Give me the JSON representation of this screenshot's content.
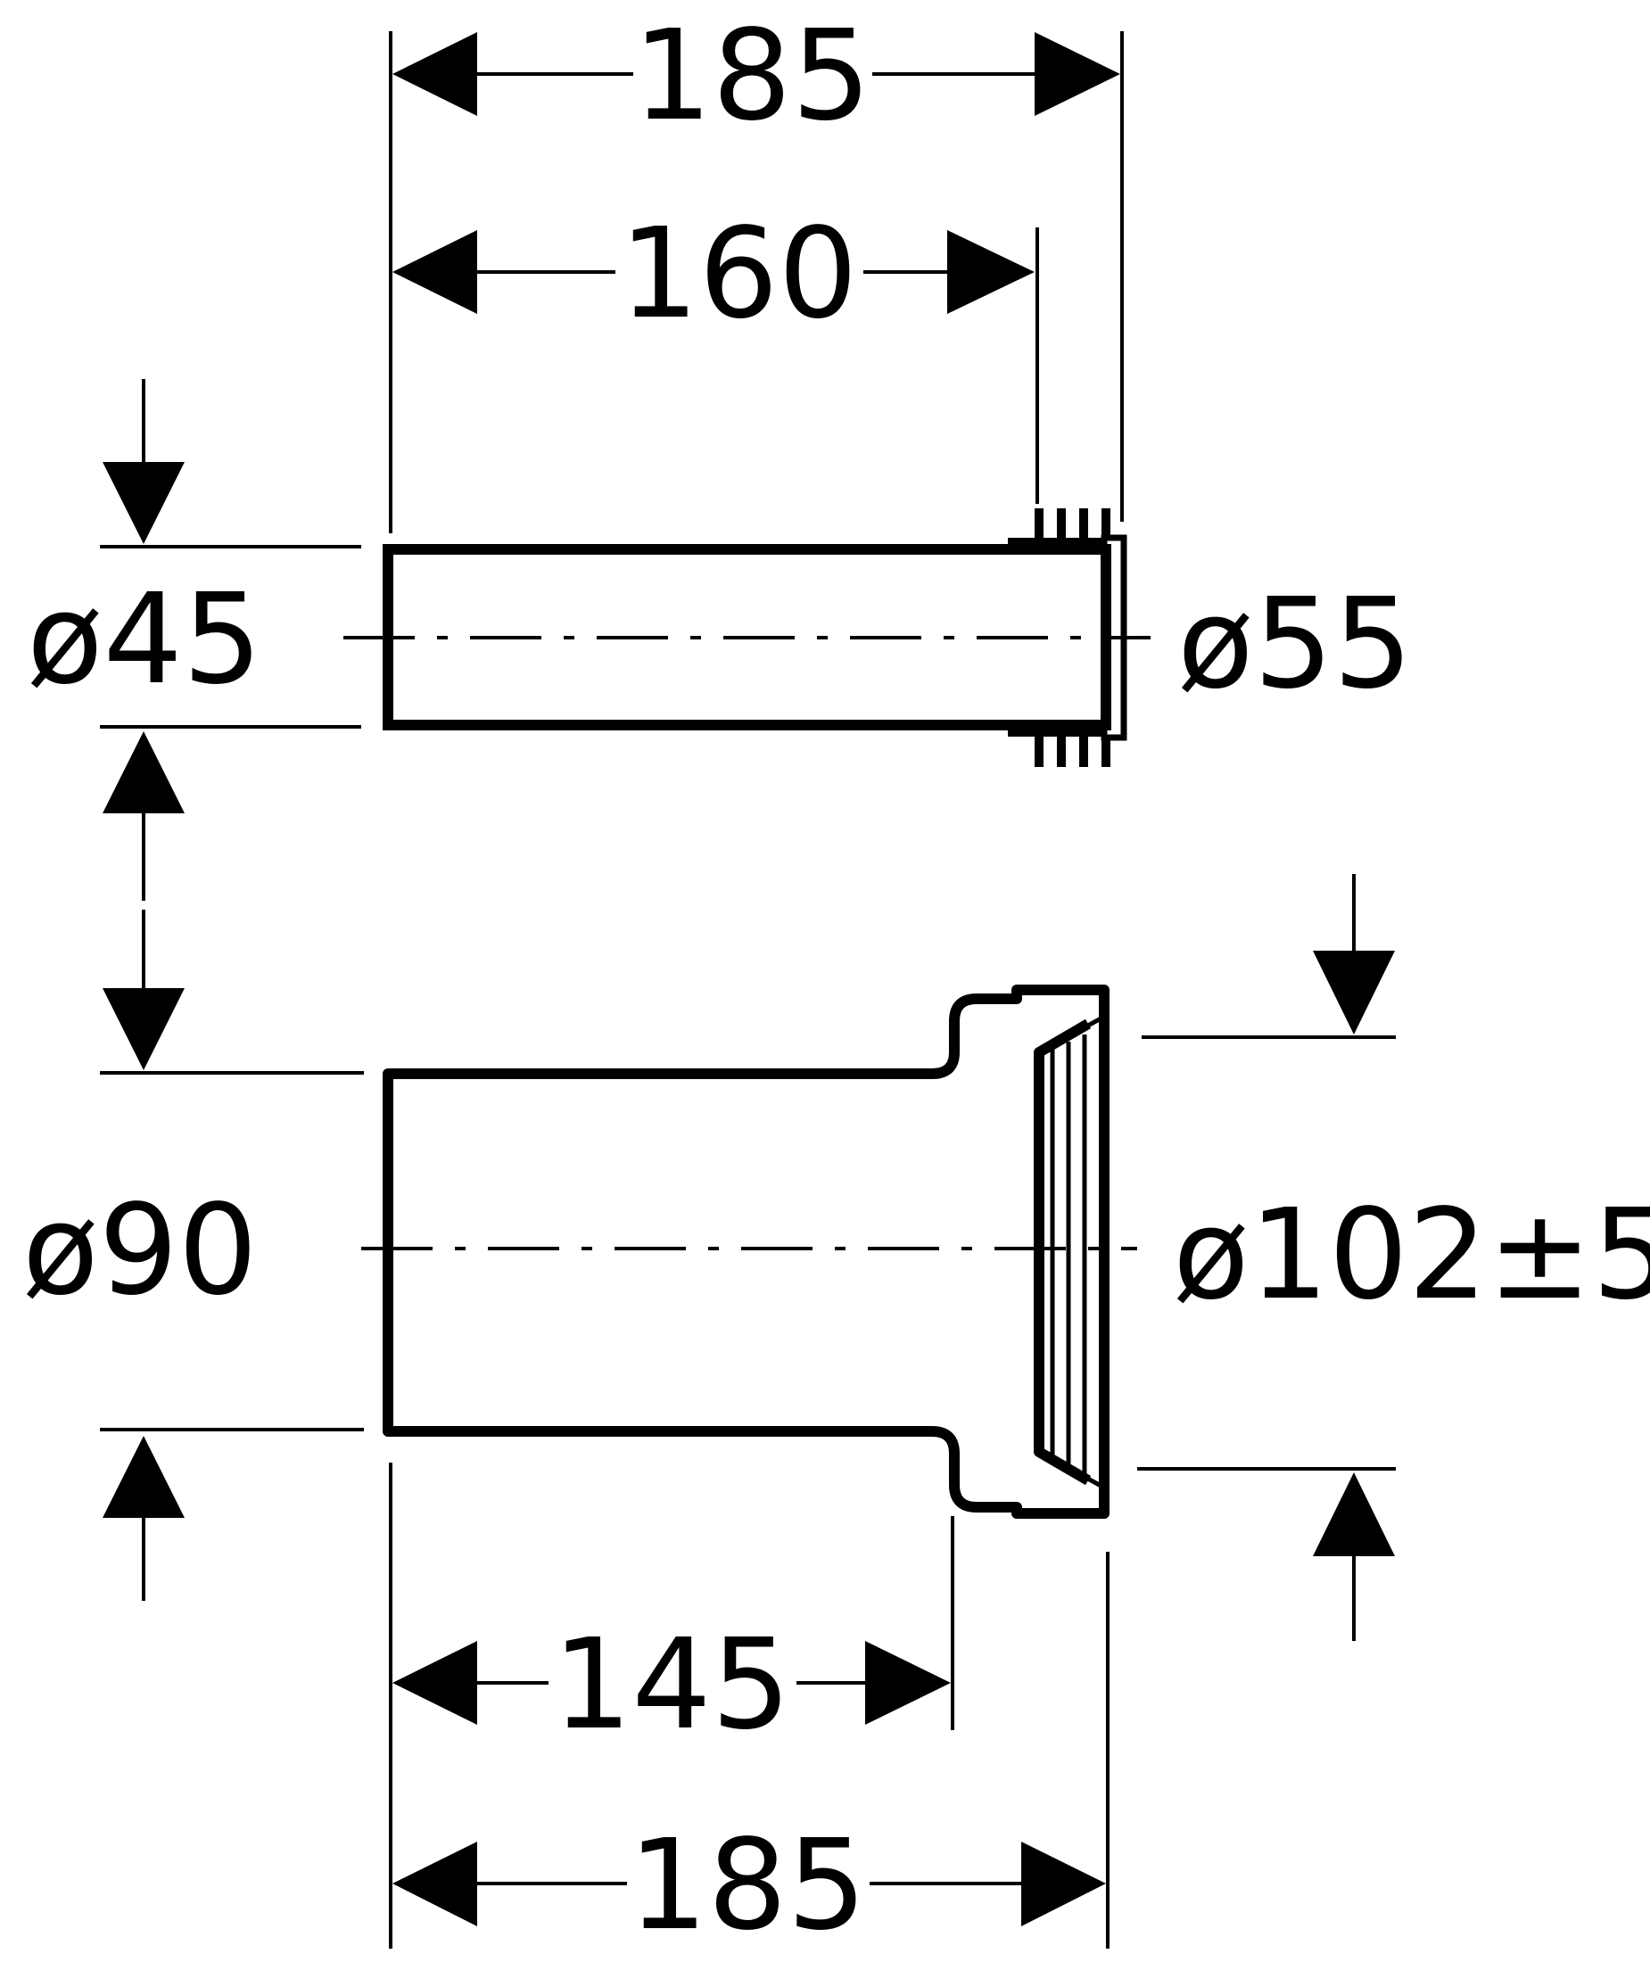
{
  "colors": {
    "ink": "#000000",
    "paper": "#ffffff"
  },
  "dimensions": {
    "top_overall_length": "185",
    "top_insert_length": "160",
    "top_inner_diameter": "ø45",
    "top_outer_diameter": "ø55",
    "bottom_inner_diameter": "ø90",
    "bottom_outer_diameter": "ø102±5",
    "bottom_pipe_length": "145",
    "bottom_overall_length": "185"
  }
}
